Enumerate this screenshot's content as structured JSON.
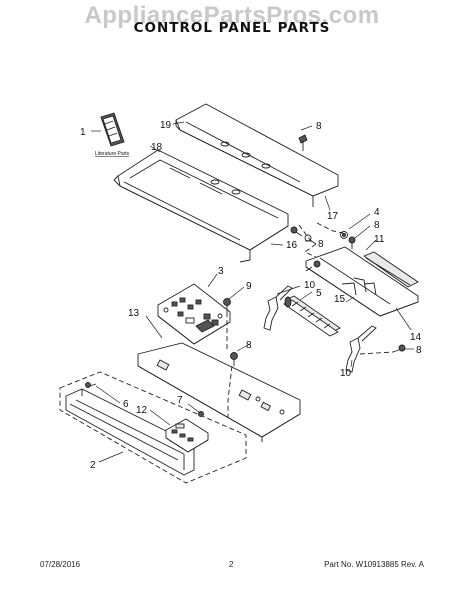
{
  "watermark": "AppliancePartsPros.com",
  "title": "CONTROL PANEL PARTS",
  "literature_label": "Literature Parts",
  "footer": {
    "date": "07/28/2016",
    "page": "2",
    "part_number": "Part No. W10913885  Rev. A"
  },
  "callouts": {
    "c1": "1",
    "c19": "19",
    "c8a": "8",
    "c18": "18",
    "c17": "17",
    "c4": "4",
    "c8b": "8",
    "c11": "11",
    "c16": "16",
    "c8c": "8",
    "c3": "3",
    "c9": "9",
    "c10a": "10",
    "c5": "5",
    "c15": "15",
    "c13": "13",
    "c8d": "8",
    "c14": "14",
    "c8e": "8",
    "c10b": "10",
    "c6": "6",
    "c7": "7",
    "c12": "12",
    "c2": "2"
  }
}
